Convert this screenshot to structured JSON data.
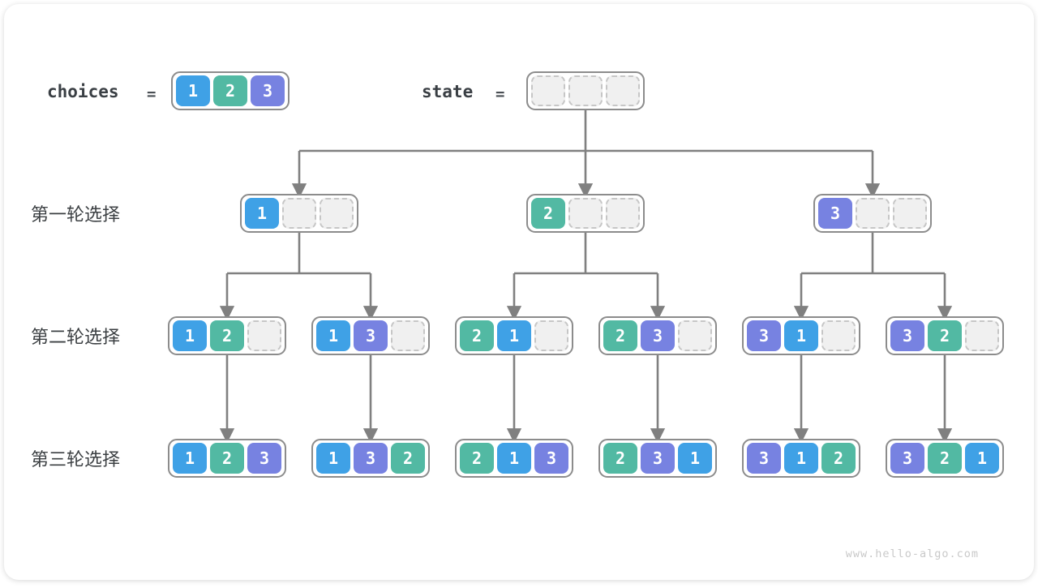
{
  "palette": {
    "1": "#3fa1e6",
    "2": "#52b9a3",
    "3": "#7782e1",
    "empty_fill": "#f0f0f0",
    "empty_border": "#c6c6c6",
    "box_border": "#8c8c8c",
    "arrow": "#808080"
  },
  "header": {
    "choices_label": "choices",
    "choices_equals": "=",
    "choices_cells": [
      1,
      2,
      3
    ],
    "state_label": "state",
    "state_equals": "=",
    "state_cells": [
      null,
      null,
      null
    ]
  },
  "rows": [
    {
      "label": "第一轮选择",
      "boxes": [
        [
          1,
          null,
          null
        ],
        [
          2,
          null,
          null
        ],
        [
          3,
          null,
          null
        ]
      ]
    },
    {
      "label": "第二轮选择",
      "boxes": [
        [
          1,
          2,
          null
        ],
        [
          1,
          3,
          null
        ],
        [
          2,
          1,
          null
        ],
        [
          2,
          3,
          null
        ],
        [
          3,
          1,
          null
        ],
        [
          3,
          2,
          null
        ]
      ]
    },
    {
      "label": "第三轮选择",
      "boxes": [
        [
          1,
          2,
          3
        ],
        [
          1,
          3,
          2
        ],
        [
          2,
          1,
          3
        ],
        [
          2,
          3,
          1
        ],
        [
          3,
          1,
          2
        ],
        [
          3,
          2,
          1
        ]
      ]
    }
  ],
  "watermark": "www.hello-algo.com"
}
